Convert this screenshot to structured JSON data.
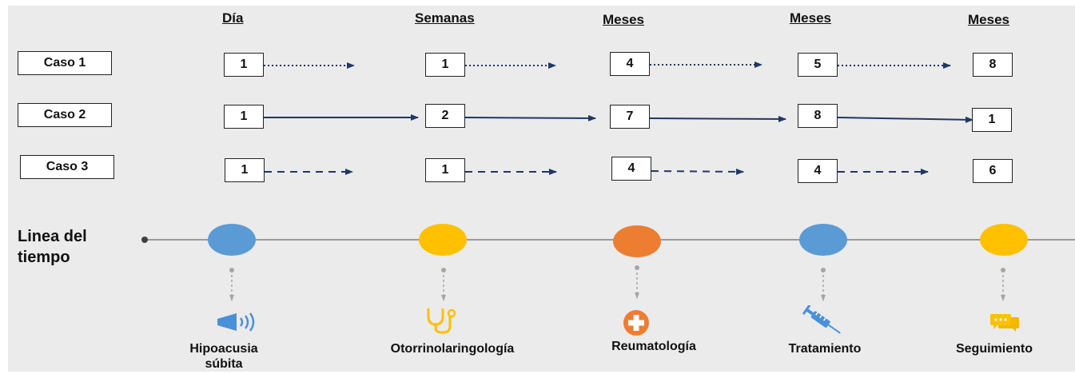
{
  "headers": [
    "Día",
    "Semanas",
    "Meses",
    "Meses",
    "Meses"
  ],
  "cases": [
    {
      "label": "Caso 1",
      "line_style": "dotted",
      "values": [
        "1",
        "1",
        "4",
        "5",
        "8"
      ]
    },
    {
      "label": "Caso 2",
      "line_style": "solid",
      "values": [
        "1",
        "2",
        "7",
        "8",
        "1"
      ]
    },
    {
      "label": "Caso 3",
      "line_style": "dashed",
      "values": [
        "1",
        "1",
        "4",
        "4",
        "6"
      ]
    }
  ],
  "timeline": {
    "label_line1": "Linea del",
    "label_line2": "tiempo",
    "stages": [
      {
        "caption_line1": "Hipoacusia",
        "caption_line2": "súbita",
        "icon": "hearing-icon",
        "color": "#5b9bd5"
      },
      {
        "caption_line1": "Otorrinolaringología",
        "caption_line2": "",
        "icon": "stethoscope-icon",
        "color": "#ffc000"
      },
      {
        "caption_line1": "Reumatología",
        "caption_line2": "",
        "icon": "medical-cross-icon",
        "color": "#ed7d31"
      },
      {
        "caption_line1": "Tratamiento",
        "caption_line2": "",
        "icon": "syringe-icon",
        "color": "#5b9bd5"
      },
      {
        "caption_line1": "Seguimiento",
        "caption_line2": "",
        "icon": "chat-icon",
        "color": "#ffc000"
      }
    ]
  },
  "colors": {
    "arrow": "#1f3864",
    "timeline_line": "#7f7f7f",
    "connector": "#a6a6a6",
    "icon_blue": "#4a90d9",
    "icon_yellow": "#ffc000",
    "icon_orange": "#ed7d31",
    "background": "#ebebeb"
  }
}
